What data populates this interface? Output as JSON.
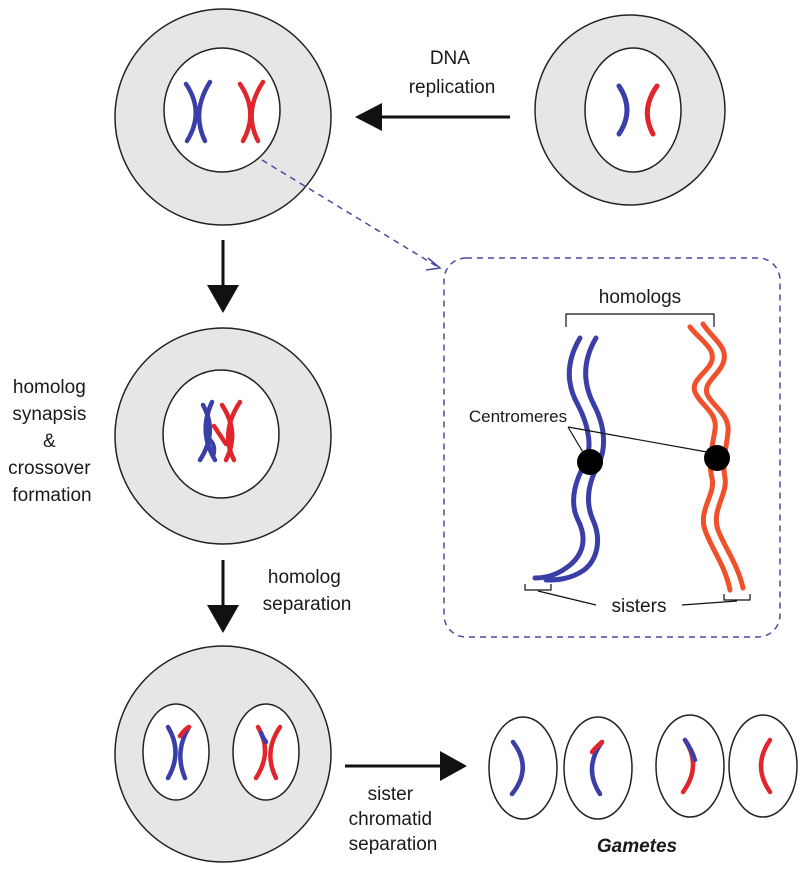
{
  "labels": {
    "dna_replication": [
      "DNA",
      "replication"
    ],
    "synapsis": [
      "homolog",
      "synapsis",
      "&",
      "crossover",
      "formation"
    ],
    "homolog_separation": [
      "homolog",
      "separation"
    ],
    "sister_separation": [
      "sister",
      "chromatid",
      "separation"
    ],
    "gametes": "Gametes",
    "homologs": "homologs",
    "centromeres": "Centromeres",
    "sisters": "sisters"
  },
  "colors": {
    "blue": "#3a3fa8",
    "red": "#e0262c",
    "orange": "#f0502a",
    "cytoplasm": "#e6e6e6",
    "dashed_box": "#4a4aa0"
  }
}
